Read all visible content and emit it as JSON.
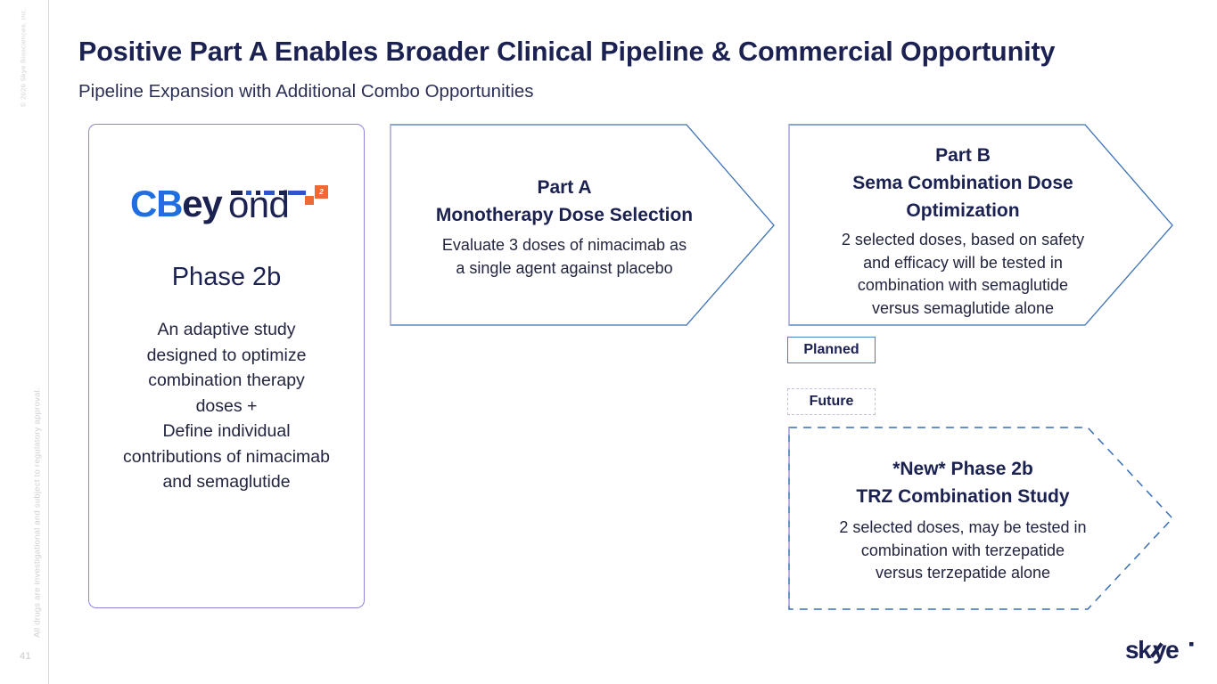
{
  "header": {
    "title": "Positive Part A Enables Broader Clinical Pipeline & Commercial Opportunity",
    "subtitle": "Pipeline Expansion with Additional Combo Opportunities"
  },
  "rail": {
    "copyright": "© 2026 Skye Biosciences, Inc.",
    "disclaimer": "All drugs are investigational and subject to regulatory approval.",
    "page_number": "41"
  },
  "study_card": {
    "logo": {
      "part_cb": "CB",
      "part_ey": "ey",
      "part_ond": "ond",
      "superscript": "2"
    },
    "phase": "Phase 2b",
    "body": "An adaptive study designed to optimize combination therapy doses +\nDefine individual contributions of nimacimab and semaglutide",
    "body_lines": [
      "An adaptive study",
      "designed to optimize",
      "combination therapy",
      "doses +",
      "Define individual",
      "contributions of nimacimab",
      "and semaglutide"
    ]
  },
  "arrows": [
    {
      "id": "part-a",
      "heading_lines": [
        "Part A",
        "Monotherapy Dose Selection"
      ],
      "sub_lines": [
        "Evaluate 3 doses of nimacimab as",
        "a single agent against placebo"
      ],
      "style": "solid"
    },
    {
      "id": "part-b",
      "heading_lines": [
        "Part B",
        "Sema Combination Dose",
        "Optimization"
      ],
      "sub_lines": [
        "2 selected doses, based on safety",
        "and efficacy will be tested in",
        "combination with semaglutide",
        "versus semaglutide alone"
      ],
      "style": "solid"
    },
    {
      "id": "trz-combination",
      "heading_lines": [
        "*New* Phase 2b",
        "TRZ Combination Study"
      ],
      "sub_lines": [
        "2 selected doses, may be tested in",
        "combination with terzepatide",
        "versus terzepatide alone"
      ],
      "style": "dashed"
    }
  ],
  "badges": {
    "planned": "Planned",
    "future": "Future"
  },
  "brand": {
    "logo_text": "skye"
  },
  "colors": {
    "title_navy": "#1b2151",
    "card_border_purple": "#9183d9",
    "arrow_blue": "#3a6fb5",
    "arrow_left_lavender": "#b9b4dd",
    "logo_blue": "#1f6fe0",
    "logo_orange": "#ef6a32",
    "badge_border_blue": "#4a7fc4",
    "badge_border_dashed": "#bfc3d6",
    "rail_gray": "#d9d9dd"
  }
}
